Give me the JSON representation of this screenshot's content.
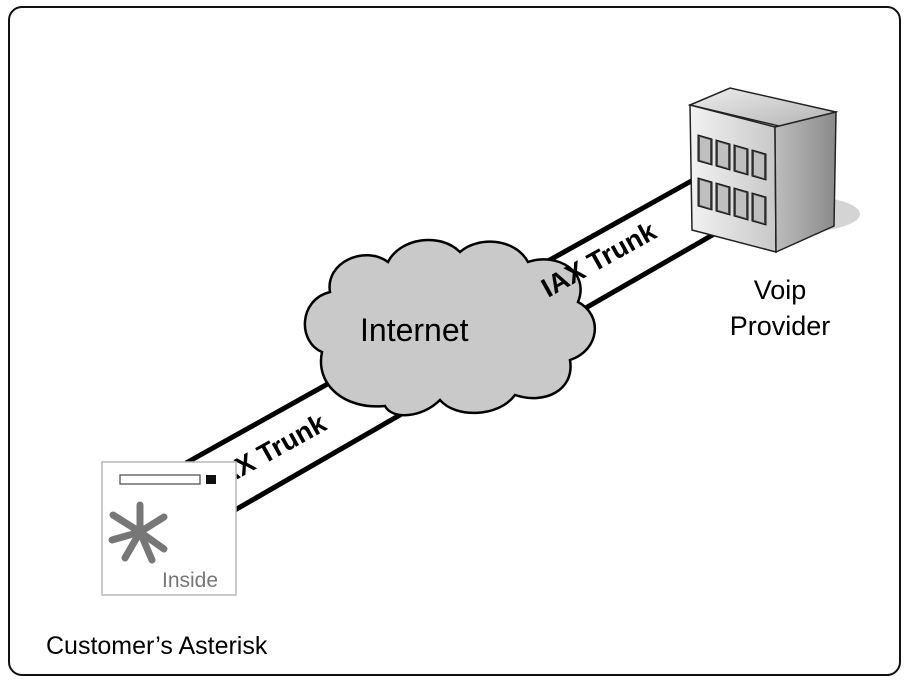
{
  "diagram": {
    "cloud_label": "Internet",
    "trunk_labels": [
      "IAX Trunk",
      "IAX Trunk"
    ],
    "provider_label_line1": "Voip",
    "provider_label_line2": "Provider",
    "customer_label": "Customer’s Asterisk",
    "asterisk_badge_text": "Inside",
    "icons": [
      "cloud-icon",
      "server-building-icon",
      "asterisk-appliance-icon"
    ]
  }
}
